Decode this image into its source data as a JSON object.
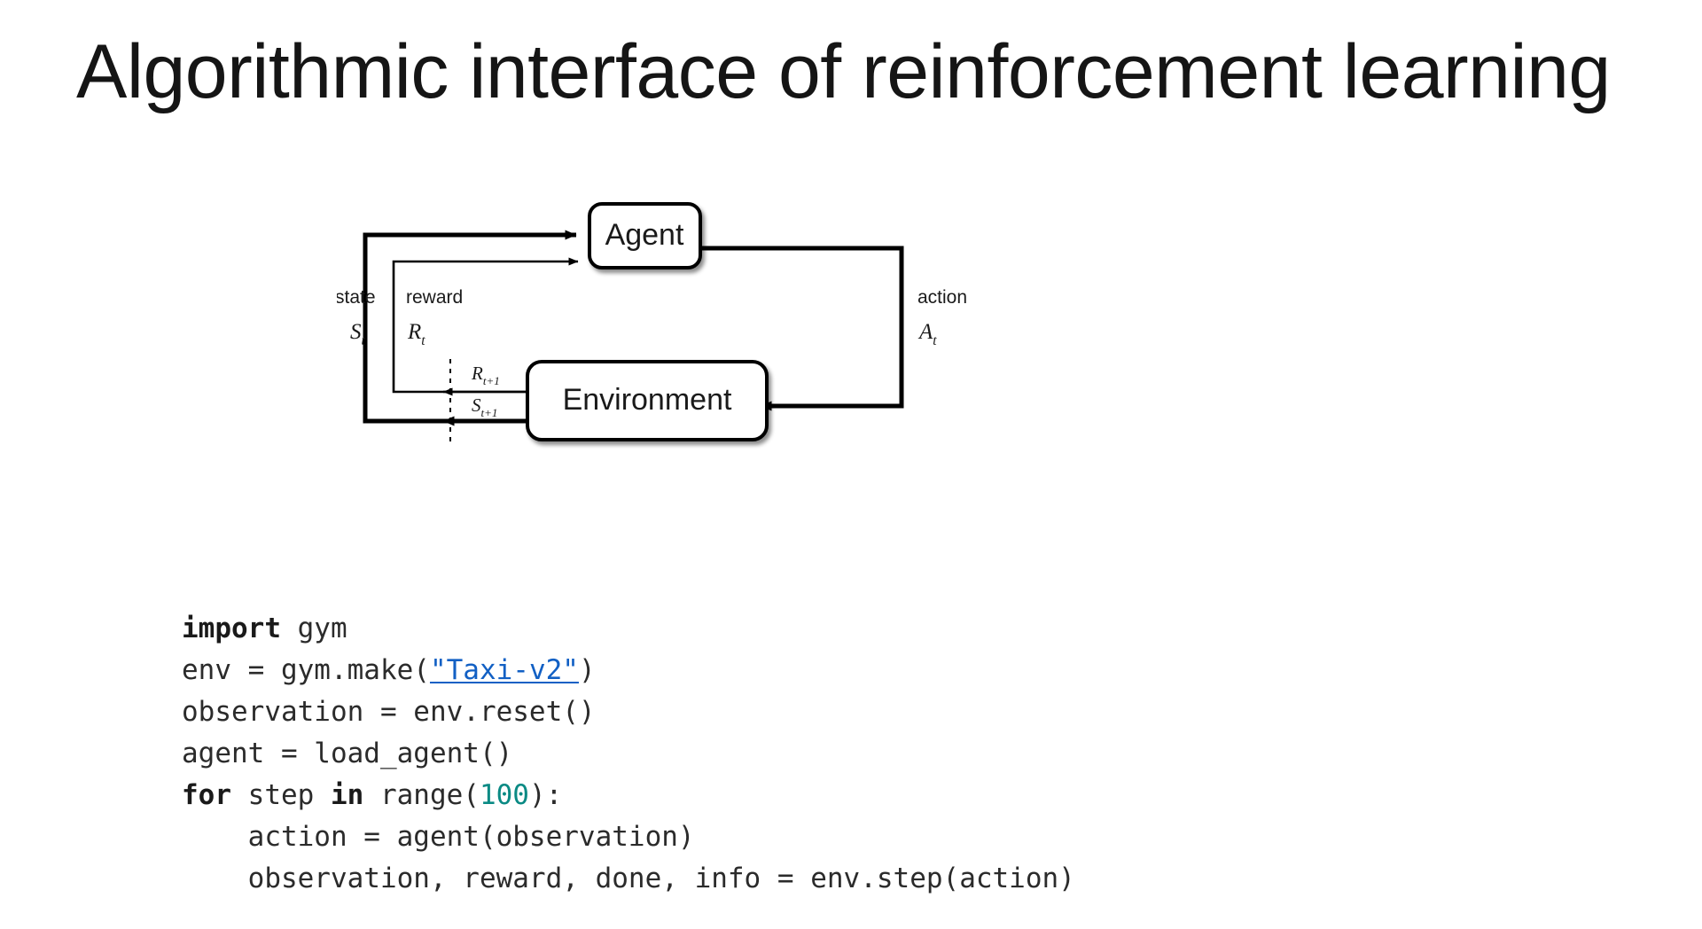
{
  "slide": {
    "title": "Algorithmic interface of reinforcement learning",
    "background_color": "#ffffff",
    "text_color": "#151515"
  },
  "diagram": {
    "name": "agent-environment-interaction-loop",
    "nodes": [
      {
        "id": "agent",
        "label": "Agent"
      },
      {
        "id": "environment",
        "label": "Environment"
      }
    ],
    "edges": [
      {
        "id": "state",
        "word": "state",
        "symbol": "S",
        "subscript": "t"
      },
      {
        "id": "reward",
        "word": "reward",
        "symbol": "R",
        "subscript": "t"
      },
      {
        "id": "action",
        "word": "action",
        "symbol": "A",
        "subscript": "t"
      },
      {
        "id": "reward-next",
        "word": "",
        "symbol": "R",
        "subscript": "t+1"
      },
      {
        "id": "state-next",
        "word": "",
        "symbol": "S",
        "subscript": "t+1"
      }
    ],
    "line_color": "#000000",
    "box_fill": "#ffffff"
  },
  "code": {
    "language": "python",
    "colors": {
      "keyword": "#1a1a1a",
      "number": "#0a8a84",
      "link": "#1260c4",
      "plain": "#2b2b2b"
    },
    "lines": [
      {
        "id": "line-1",
        "tokens": [
          {
            "t": "import",
            "k": "kw"
          },
          {
            "t": " gym",
            "k": "plain"
          }
        ]
      },
      {
        "id": "line-2",
        "tokens": [
          {
            "t": "env = gym.make(",
            "k": "plain"
          },
          {
            "t": "\"Taxi-v2\"",
            "k": "link"
          },
          {
            "t": ")",
            "k": "plain"
          }
        ]
      },
      {
        "id": "line-3",
        "tokens": [
          {
            "t": "observation = env.reset()",
            "k": "plain"
          }
        ]
      },
      {
        "id": "line-4",
        "tokens": [
          {
            "t": "agent = load_agent()",
            "k": "plain"
          }
        ]
      },
      {
        "id": "line-5",
        "tokens": [
          {
            "t": "for",
            "k": "kw"
          },
          {
            "t": " step ",
            "k": "plain"
          },
          {
            "t": "in",
            "k": "kw"
          },
          {
            "t": " range(",
            "k": "plain"
          },
          {
            "t": "100",
            "k": "num"
          },
          {
            "t": "):",
            "k": "plain"
          }
        ]
      },
      {
        "id": "line-6",
        "tokens": [
          {
            "t": "    action = agent(observation)",
            "k": "plain"
          }
        ]
      },
      {
        "id": "line-7",
        "tokens": [
          {
            "t": "    observation, reward, done, info = env.step(action)",
            "k": "plain"
          }
        ]
      }
    ]
  }
}
